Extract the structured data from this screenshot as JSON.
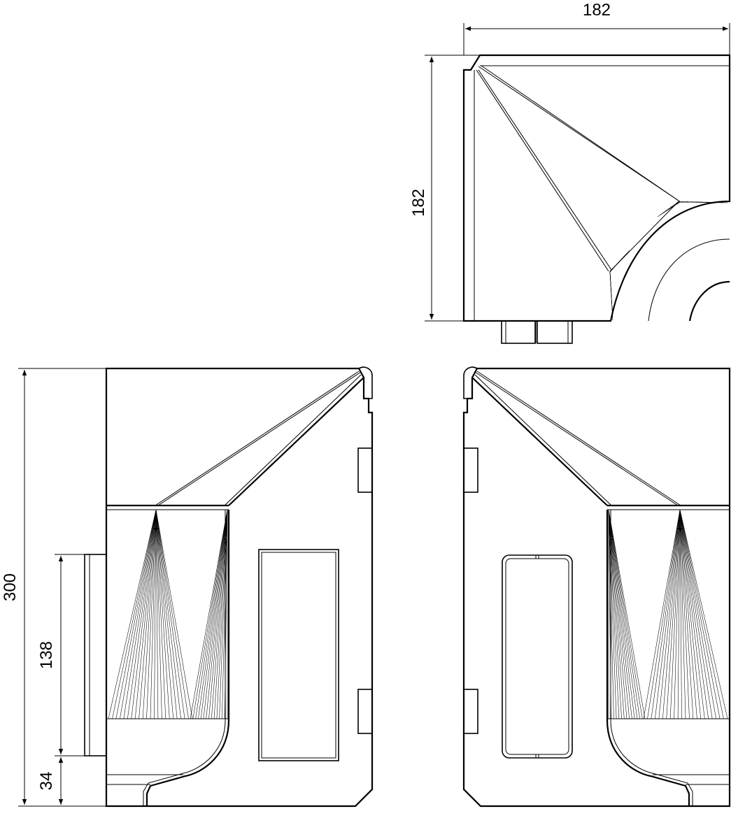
{
  "dimensions": {
    "top_width": "182",
    "top_height": "182",
    "total_height": "300",
    "opening_height": "138",
    "base_offset": "34"
  },
  "colors": {
    "line": "#000000",
    "background": "#ffffff"
  }
}
